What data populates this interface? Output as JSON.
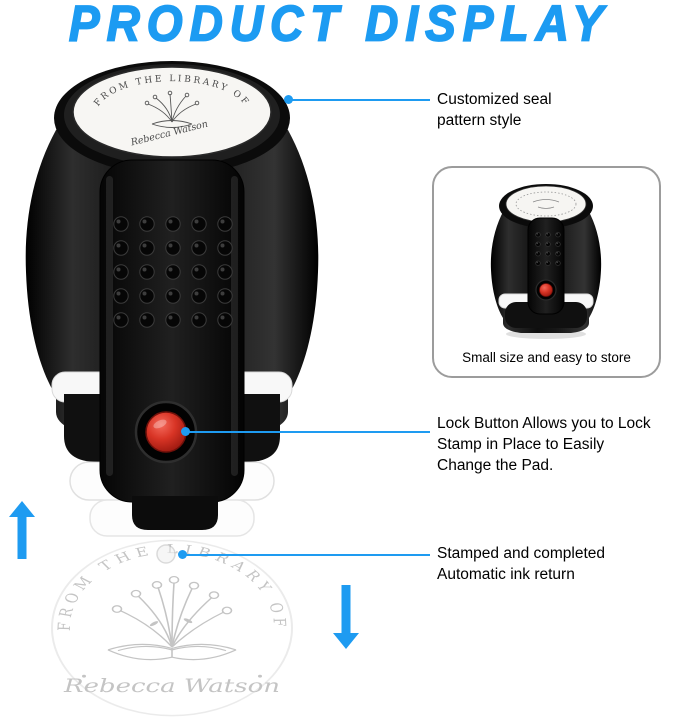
{
  "title": "PRODUCT DISPLAY",
  "colors": {
    "accent_blue": "#1E9BF1",
    "stamp_black": "#0d0d0d",
    "button_red": "#D23224"
  },
  "stamp": {
    "seal_arc_text": "FROM THE LIBRARY OF",
    "seal_name": "Rebecca Watson"
  },
  "annotations": {
    "seal_pattern": "Customized seal pattern style",
    "inset_caption": "Small size and easy to store",
    "lock_button": "Lock Button Allows you to Lock Stamp in Place to Easily Change the Pad.",
    "ink_return": "Stamped and completed Automatic ink return"
  }
}
